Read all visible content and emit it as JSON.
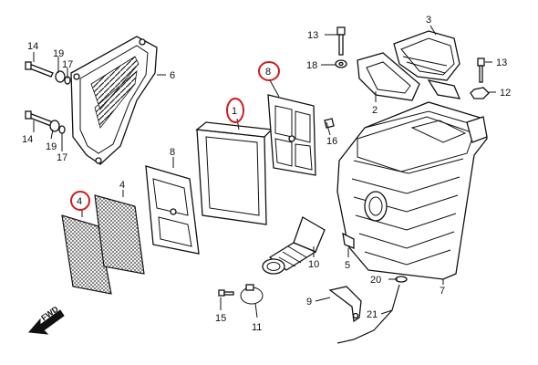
{
  "callouts": [
    {
      "id": "c1",
      "text": "1",
      "circled": true
    },
    {
      "id": "c2",
      "text": "2"
    },
    {
      "id": "c3",
      "text": "3"
    },
    {
      "id": "c4",
      "text": "4",
      "circled": true
    },
    {
      "id": "c4b",
      "text": "4"
    },
    {
      "id": "c5",
      "text": "5"
    },
    {
      "id": "c6",
      "text": "6"
    },
    {
      "id": "c7",
      "text": "7"
    },
    {
      "id": "c8",
      "text": "8",
      "circled": true
    },
    {
      "id": "c8b",
      "text": "8"
    },
    {
      "id": "c9",
      "text": "9"
    },
    {
      "id": "c10",
      "text": "10"
    },
    {
      "id": "c11",
      "text": "11"
    },
    {
      "id": "c12",
      "text": "12"
    },
    {
      "id": "c13",
      "text": "13"
    },
    {
      "id": "c13b",
      "text": "13"
    },
    {
      "id": "c14",
      "text": "14"
    },
    {
      "id": "c14b",
      "text": "14"
    },
    {
      "id": "c15",
      "text": "15"
    },
    {
      "id": "c16",
      "text": "16"
    },
    {
      "id": "c17",
      "text": "17"
    },
    {
      "id": "c17b",
      "text": "17"
    },
    {
      "id": "c18",
      "text": "18"
    },
    {
      "id": "c19",
      "text": "19"
    },
    {
      "id": "c19b",
      "text": "19"
    },
    {
      "id": "c20",
      "text": "20"
    },
    {
      "id": "c21",
      "text": "21"
    }
  ],
  "fwd_marker": {
    "text": "FWD"
  },
  "highlight_color": "#d11a1a"
}
